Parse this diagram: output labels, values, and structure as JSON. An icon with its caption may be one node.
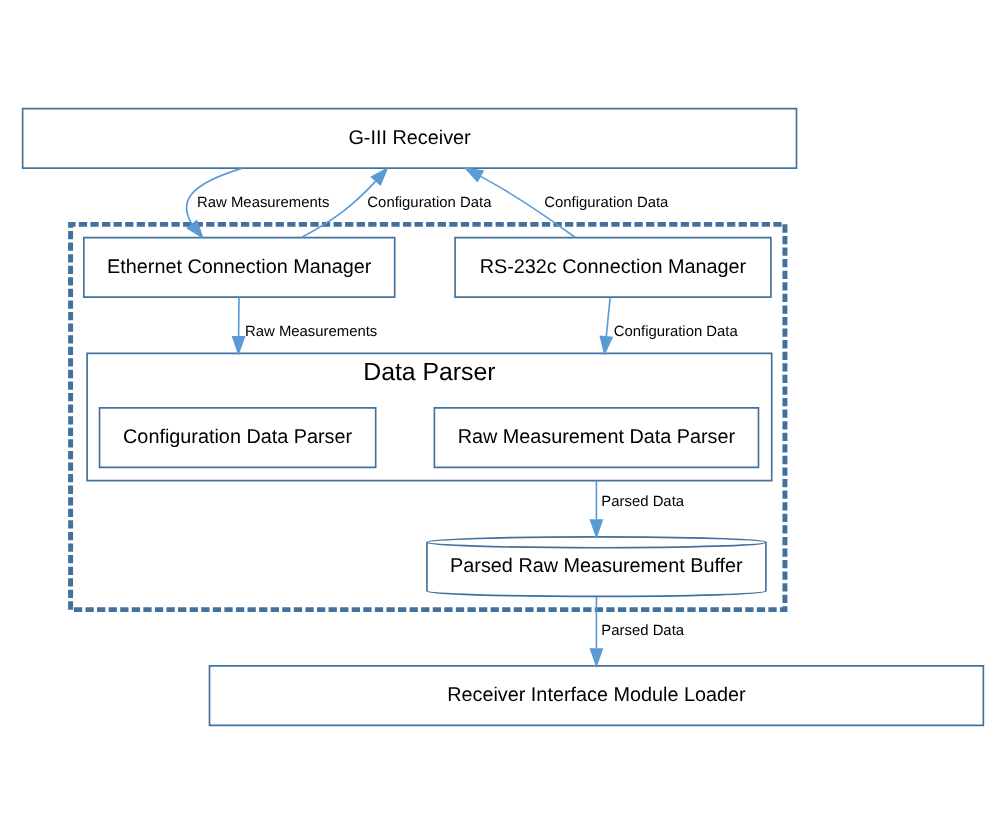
{
  "diagram": {
    "nodes": [
      {
        "text": [
          "G-III Receiver"
        ]
      },
      {
        "text": [],
        "shape": "box"
      },
      {
        "text": [
          "Ethernet Connection Manager"
        ],
        "in": 1
      },
      {
        "text": [
          "RS-232c Connection Manager"
        ],
        "in": 1
      },
      {
        "text": [
          "Data Parser"
        ],
        "in": 1
      },
      {
        "text": [
          "Configuration Data Parser"
        ],
        "in": 4
      },
      {
        "text": [
          "Raw Measurement Data Parser"
        ],
        "in": 4
      },
      {
        "text": [
          "Parsed Raw Measurement Buffer"
        ],
        "in": 1
      },
      {
        "text": [
          "Receiver Interface Module Loader"
        ]
      }
    ],
    "edges": [
      {
        "from": 0,
        "to": 2,
        "arrow": "to",
        "label": "Raw Measurements"
      },
      {
        "from": 2,
        "to": 0,
        "arrow": "to",
        "label": "Configuration Data"
      },
      {
        "from": 3,
        "to": 0,
        "arrow": "to",
        "label": "Configuration Data"
      },
      {
        "from": 2,
        "to": 4,
        "arrow": "to",
        "label": "Raw Measurements"
      },
      {
        "from": 3,
        "to": 4,
        "arrow": "to",
        "label": "Configuration Data"
      },
      {
        "from": 4,
        "to": 7,
        "arrow": "to",
        "label": "Parsed Data"
      },
      {
        "from": 7,
        "to": 8,
        "arrow": "to",
        "label": "Parsed Data"
      }
    ]
  }
}
